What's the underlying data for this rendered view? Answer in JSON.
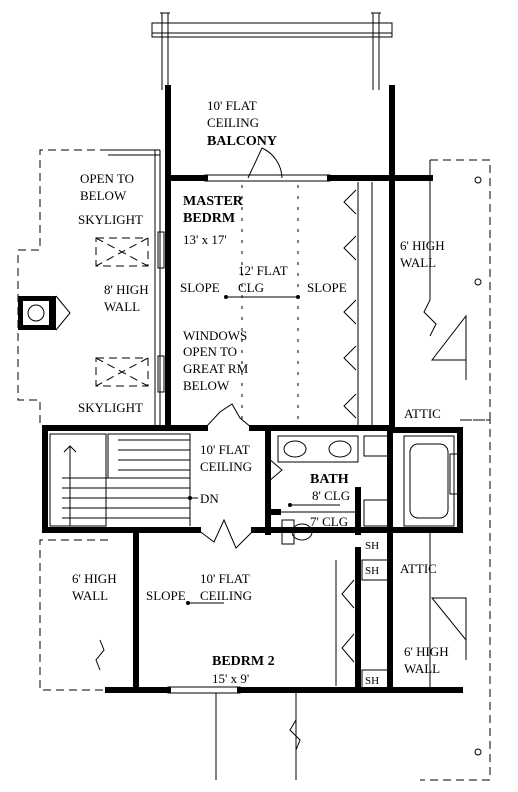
{
  "balcony": {
    "ceiling_line1": "10' FLAT",
    "ceiling_line2": "CEILING",
    "name": "BALCONY"
  },
  "master_bedroom": {
    "name_line1": "MASTER",
    "name_line2": "BEDRM",
    "dimensions": "13' x 17'",
    "ceiling_line1": "12' FLAT",
    "ceiling_line2": "CLG",
    "slope_left": "SLOPE",
    "slope_right": "SLOPE",
    "windows_line1": "WINDOWS",
    "windows_line2": "OPEN TO",
    "windows_line3": "GREAT RM",
    "windows_line4": "BELOW"
  },
  "left_area": {
    "open_line1": "OPEN TO",
    "open_line2": "BELOW",
    "skylight_top": "SKYLIGHT",
    "wall_line1": "8' HIGH",
    "wall_line2": "WALL",
    "skylight_bottom": "SKYLIGHT"
  },
  "right_upper": {
    "wall_line1": "6' HIGH",
    "wall_line2": "WALL",
    "attic": "ATTIC"
  },
  "hall": {
    "ceiling_line1": "10' FLAT",
    "ceiling_line2": "CEILING",
    "stair_label": "DN"
  },
  "bath": {
    "name": "BATH",
    "clg_main": "8' CLG",
    "clg_wc": "7' CLG",
    "shelf": "SH"
  },
  "bedroom2": {
    "ceiling_line1": "10' FLAT",
    "ceiling_line2": "CEILING",
    "slope": "SLOPE",
    "name": "BEDRM 2",
    "dimensions": "15' x 9'",
    "shelf_top": "SH",
    "shelf_bottom": "SH"
  },
  "left_lower": {
    "wall_line1": "6' HIGH",
    "wall_line2": "WALL"
  },
  "right_lower": {
    "attic": "ATTIC",
    "wall_line1": "6' HIGH",
    "wall_line2": "WALL"
  }
}
